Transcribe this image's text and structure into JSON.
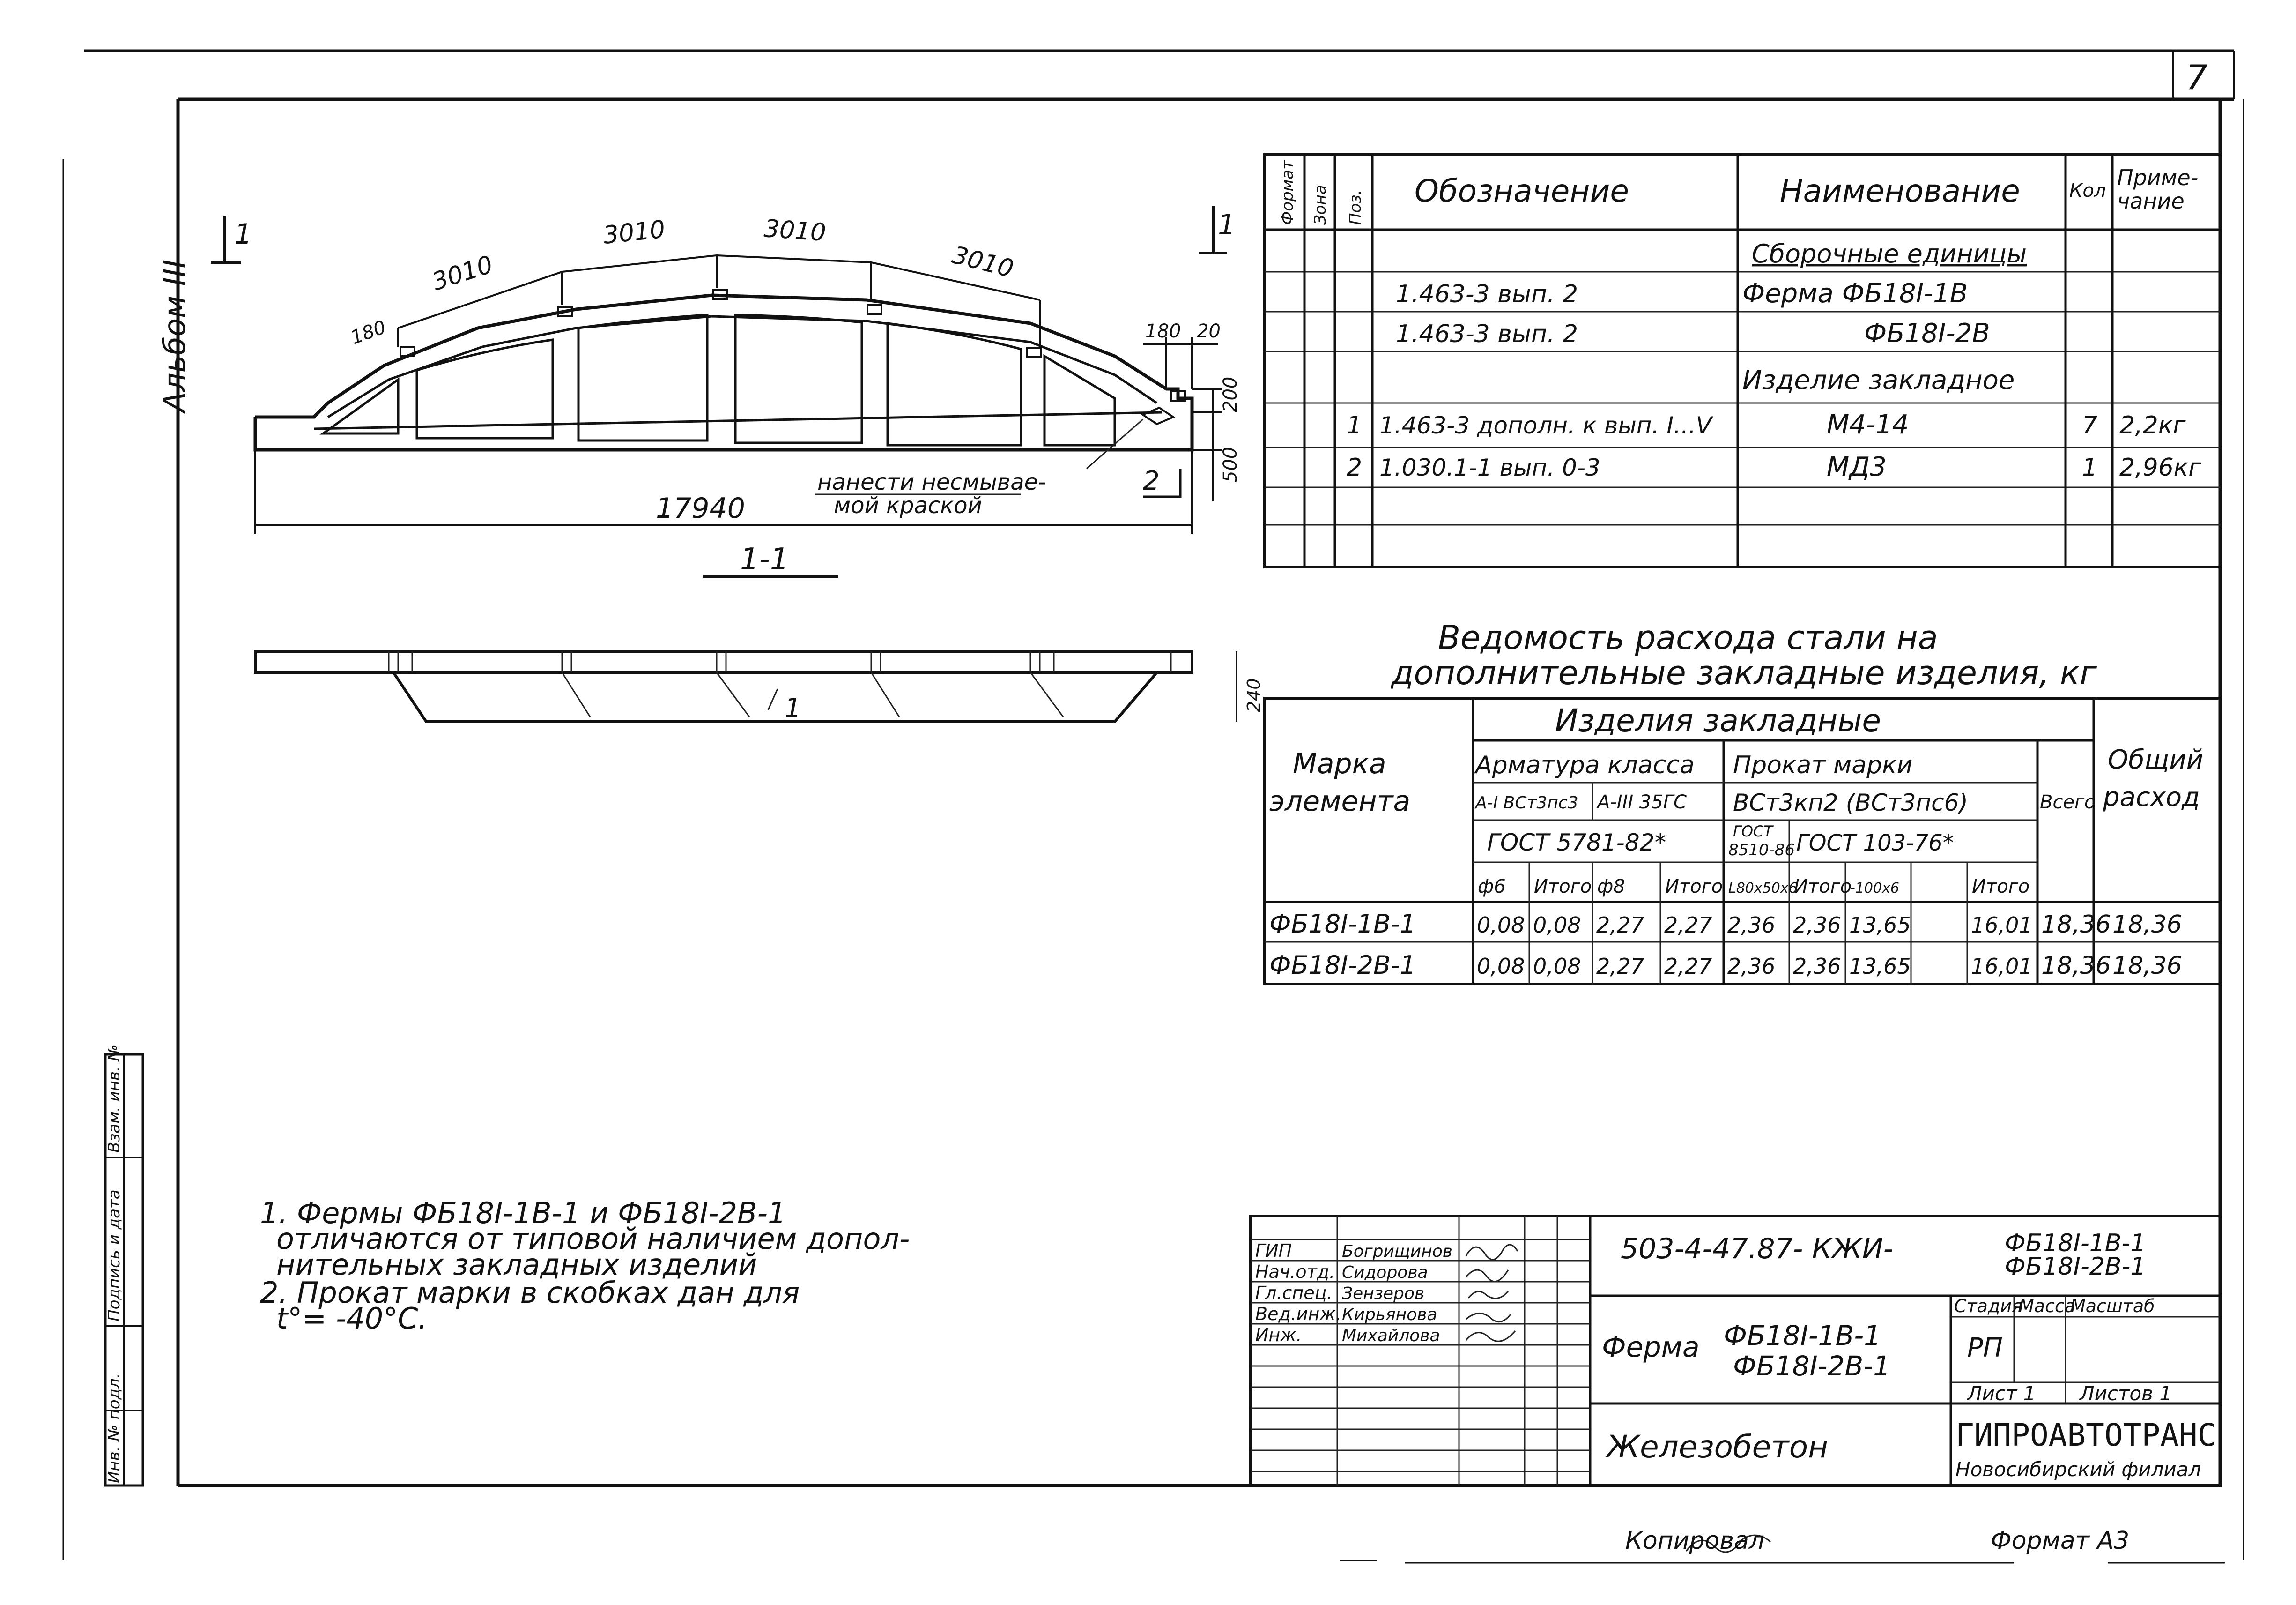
{
  "sheet_number": "7",
  "album_label": "Альбом III",
  "left_stamp": {
    "inv_orig": "Инв. № подл.",
    "sign_date": "Подпись и дата",
    "inv_repl": "Взам. инв. №"
  },
  "elevation": {
    "section_mark": "1",
    "dimensions": {
      "panel_1": "3010",
      "panel_2": "3010",
      "panel_3": "3010",
      "panel_4": "3010",
      "end_left": "180",
      "end_right_1": "180",
      "end_right_2": "20",
      "height_top": "200",
      "height_bottom": "500",
      "total_length": "17940"
    },
    "note_marking": "нанести несмывае-\nмой краской",
    "note_marking_line1": "нанести несмывае-",
    "note_marking_line2": "мой краской",
    "callout_2": "2",
    "section_label": "1-1"
  },
  "plan": {
    "callout_1": "1",
    "width_dim": "240"
  },
  "spec_table": {
    "headers": {
      "format": "Формат",
      "zone": "Зона",
      "pos": "Поз.",
      "designation": "Обозначение",
      "name": "Наименование",
      "qty": "Кол",
      "note": "Приме-\nчание",
      "note_line1": "Приме-",
      "note_line2": "чание"
    },
    "rows": [
      {
        "pos": "",
        "designation": "",
        "name": "Сборочные единицы",
        "qty": "",
        "note": ""
      },
      {
        "pos": "",
        "designation": "1.463-3   вып. 2",
        "name": "Ферма ФБ18I-1В",
        "qty": "",
        "note": ""
      },
      {
        "pos": "",
        "designation": "1.463-3   вып. 2",
        "name": "ФБ18I-2В",
        "qty": "",
        "note": ""
      },
      {
        "pos": "",
        "designation": "",
        "name": "Изделие закладное",
        "qty": "",
        "note": ""
      },
      {
        "pos": "1",
        "designation": "1.463-3 дополн. к вып. I...V",
        "name": "М4-14",
        "qty": "7",
        "note": "2,2кг"
      },
      {
        "pos": "2",
        "designation": "1.030.1-1  вып. 0-3",
        "name": "МД3",
        "qty": "1",
        "note": "2,96кг"
      },
      {
        "pos": "",
        "designation": "",
        "name": "",
        "qty": "",
        "note": ""
      },
      {
        "pos": "",
        "designation": "",
        "name": "",
        "qty": "",
        "note": ""
      }
    ]
  },
  "steel_title": {
    "line1": "Ведомость расхода стали на",
    "line2": "дополнительные закладные изделия, кг"
  },
  "steel_table": {
    "h_mark": "Марка\nэлемента",
    "h_mark_line1": "Марка",
    "h_mark_line2": "элемента",
    "h_items": "Изделия закладные",
    "h_rebar": "Арматура класса",
    "h_rolled": "Прокат марки",
    "h_total": "Всего",
    "h_overall": "Общий\nрасход",
    "h_overall_line1": "Общий",
    "h_overall_line2": "расход",
    "h_rebar_a1": "А-I ВСт3пс3",
    "h_rebar_a3": "А-III 35ГС",
    "h_rolled_grade": "ВСт3кп2 (ВСт3пс6)",
    "h_gost_rebar": "ГОСТ 5781-82*",
    "h_gost_8510": "ГОСТ\n8510-86",
    "h_gost_8510_line1": "ГОСТ",
    "h_gost_8510_line2": "8510-86",
    "h_gost_103": "ГОСТ 103-76*",
    "cols": [
      "ф6",
      "Итого",
      "ф8",
      "Итого",
      "L80x50x6",
      "Итого",
      "-100x6",
      "",
      "Итого"
    ],
    "rows": [
      {
        "mark": "ФБ18I-1В-1",
        "values": [
          "0,08",
          "0,08",
          "2,27",
          "2,27",
          "2,36",
          "2,36",
          "13,65",
          "",
          "16,01",
          "18,36",
          "18,36"
        ]
      },
      {
        "mark": "ФБ18I-2В-1",
        "values": [
          "0,08",
          "0,08",
          "2,27",
          "2,27",
          "2,36",
          "2,36",
          "13,65",
          "",
          "16,01",
          "18,36",
          "18,36"
        ]
      }
    ]
  },
  "notes": {
    "n1_line1": "1. Фермы  ФБ18I-1В-1  и  ФБ18I-2В-1",
    "n1_line2": "отличаются  от  типовой  наличием  допол-",
    "n1_line3": "нительных  закладных  изделий",
    "n2_line1": "2. Прокат  марки  в  скобках  дан  для",
    "n2_line2": "t°= -40°С."
  },
  "title_block": {
    "code": "503-4-47.87-   КЖИ-",
    "code_marks_1": "ФБ18I-1В-1",
    "code_marks_2": "ФБ18I-2В-1",
    "roles": [
      "ГИП",
      "Нач.отд.",
      "Гл.спец.",
      "Вед.инж.",
      "Инж."
    ],
    "names": [
      "Богрищинов",
      "Сидорова",
      "Зензеров",
      "Кирьянова",
      "Михайлова"
    ],
    "item_name_prefix": "Ферма",
    "item_name_1": "ФБ18I-1В-1",
    "item_name_2": "ФБ18I-2В-1",
    "material": "Железобетон",
    "stage_label": "Стадия",
    "mass_label": "Масса",
    "scale_label": "Масштаб",
    "stage_value": "РП",
    "sheet_label": "Лист 1",
    "sheets_label": "Листов 1",
    "org_name": "ГИПРОАВТОТРАНС",
    "org_branch": "Новосибирский филиал",
    "copied": "Копировал",
    "format": "Формат А3"
  },
  "colors": {
    "ink": "#111111",
    "paper": "#ffffff"
  }
}
